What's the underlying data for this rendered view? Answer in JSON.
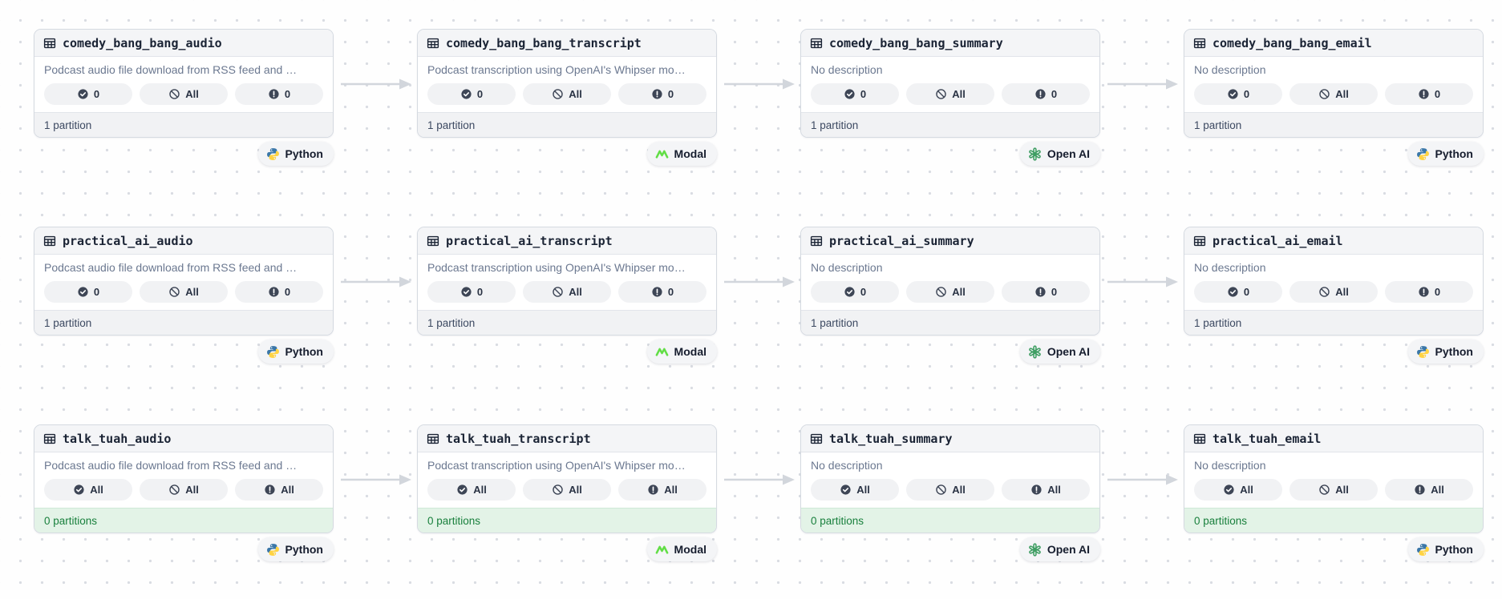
{
  "colors": {
    "partition_green_text": "#19803D",
    "partition_green_bg": "#E3F3E7",
    "python_blue": "#3B77A8",
    "python_yellow": "#FFD343",
    "modal_green": "#62DE46",
    "openai_green": "#3F9E63",
    "arrow_gray": "#D2D6DC"
  },
  "kinds": {
    "python": {
      "label": "Python"
    },
    "modal": {
      "label": "Modal"
    },
    "openai": {
      "label": "Open AI"
    }
  },
  "pill_icons": [
    "check-circle",
    "slash-circle",
    "alert-circle"
  ],
  "graph": {
    "rows": [
      {
        "assets": [
          {
            "name": "comedy_bang_bang_audio",
            "description": "Podcast audio file download from RSS feed and …",
            "checks": [
              "0",
              "All",
              "0"
            ],
            "partitions": "1 partition",
            "partitions_empty": false,
            "kind": "python"
          },
          {
            "name": "comedy_bang_bang_transcript",
            "description": "Podcast transcription using OpenAI's Whipser mo…",
            "checks": [
              "0",
              "All",
              "0"
            ],
            "partitions": "1 partition",
            "partitions_empty": false,
            "kind": "modal"
          },
          {
            "name": "comedy_bang_bang_summary",
            "description": "No description",
            "checks": [
              "0",
              "All",
              "0"
            ],
            "partitions": "1 partition",
            "partitions_empty": false,
            "kind": "openai"
          },
          {
            "name": "comedy_bang_bang_email",
            "description": "No description",
            "checks": [
              "0",
              "All",
              "0"
            ],
            "partitions": "1 partition",
            "partitions_empty": false,
            "kind": "python"
          }
        ]
      },
      {
        "assets": [
          {
            "name": "practical_ai_audio",
            "description": "Podcast audio file download from RSS feed and …",
            "checks": [
              "0",
              "All",
              "0"
            ],
            "partitions": "1 partition",
            "partitions_empty": false,
            "kind": "python"
          },
          {
            "name": "practical_ai_transcript",
            "description": "Podcast transcription using OpenAI's Whipser mo…",
            "checks": [
              "0",
              "All",
              "0"
            ],
            "partitions": "1 partition",
            "partitions_empty": false,
            "kind": "modal"
          },
          {
            "name": "practical_ai_summary",
            "description": "No description",
            "checks": [
              "0",
              "All",
              "0"
            ],
            "partitions": "1 partition",
            "partitions_empty": false,
            "kind": "openai"
          },
          {
            "name": "practical_ai_email",
            "description": "No description",
            "checks": [
              "0",
              "All",
              "0"
            ],
            "partitions": "1 partition",
            "partitions_empty": false,
            "kind": "python"
          }
        ]
      },
      {
        "assets": [
          {
            "name": "talk_tuah_audio",
            "description": "Podcast audio file download from RSS feed and …",
            "checks": [
              "All",
              "All",
              "All"
            ],
            "partitions": "0 partitions",
            "partitions_empty": true,
            "kind": "python"
          },
          {
            "name": "talk_tuah_transcript",
            "description": "Podcast transcription using OpenAI's Whipser mo…",
            "checks": [
              "All",
              "All",
              "All"
            ],
            "partitions": "0 partitions",
            "partitions_empty": true,
            "kind": "modal"
          },
          {
            "name": "talk_tuah_summary",
            "description": "No description",
            "checks": [
              "All",
              "All",
              "All"
            ],
            "partitions": "0 partitions",
            "partitions_empty": true,
            "kind": "openai"
          },
          {
            "name": "talk_tuah_email",
            "description": "No description",
            "checks": [
              "All",
              "All",
              "All"
            ],
            "partitions": "0 partitions",
            "partitions_empty": true,
            "kind": "python"
          }
        ]
      }
    ]
  }
}
